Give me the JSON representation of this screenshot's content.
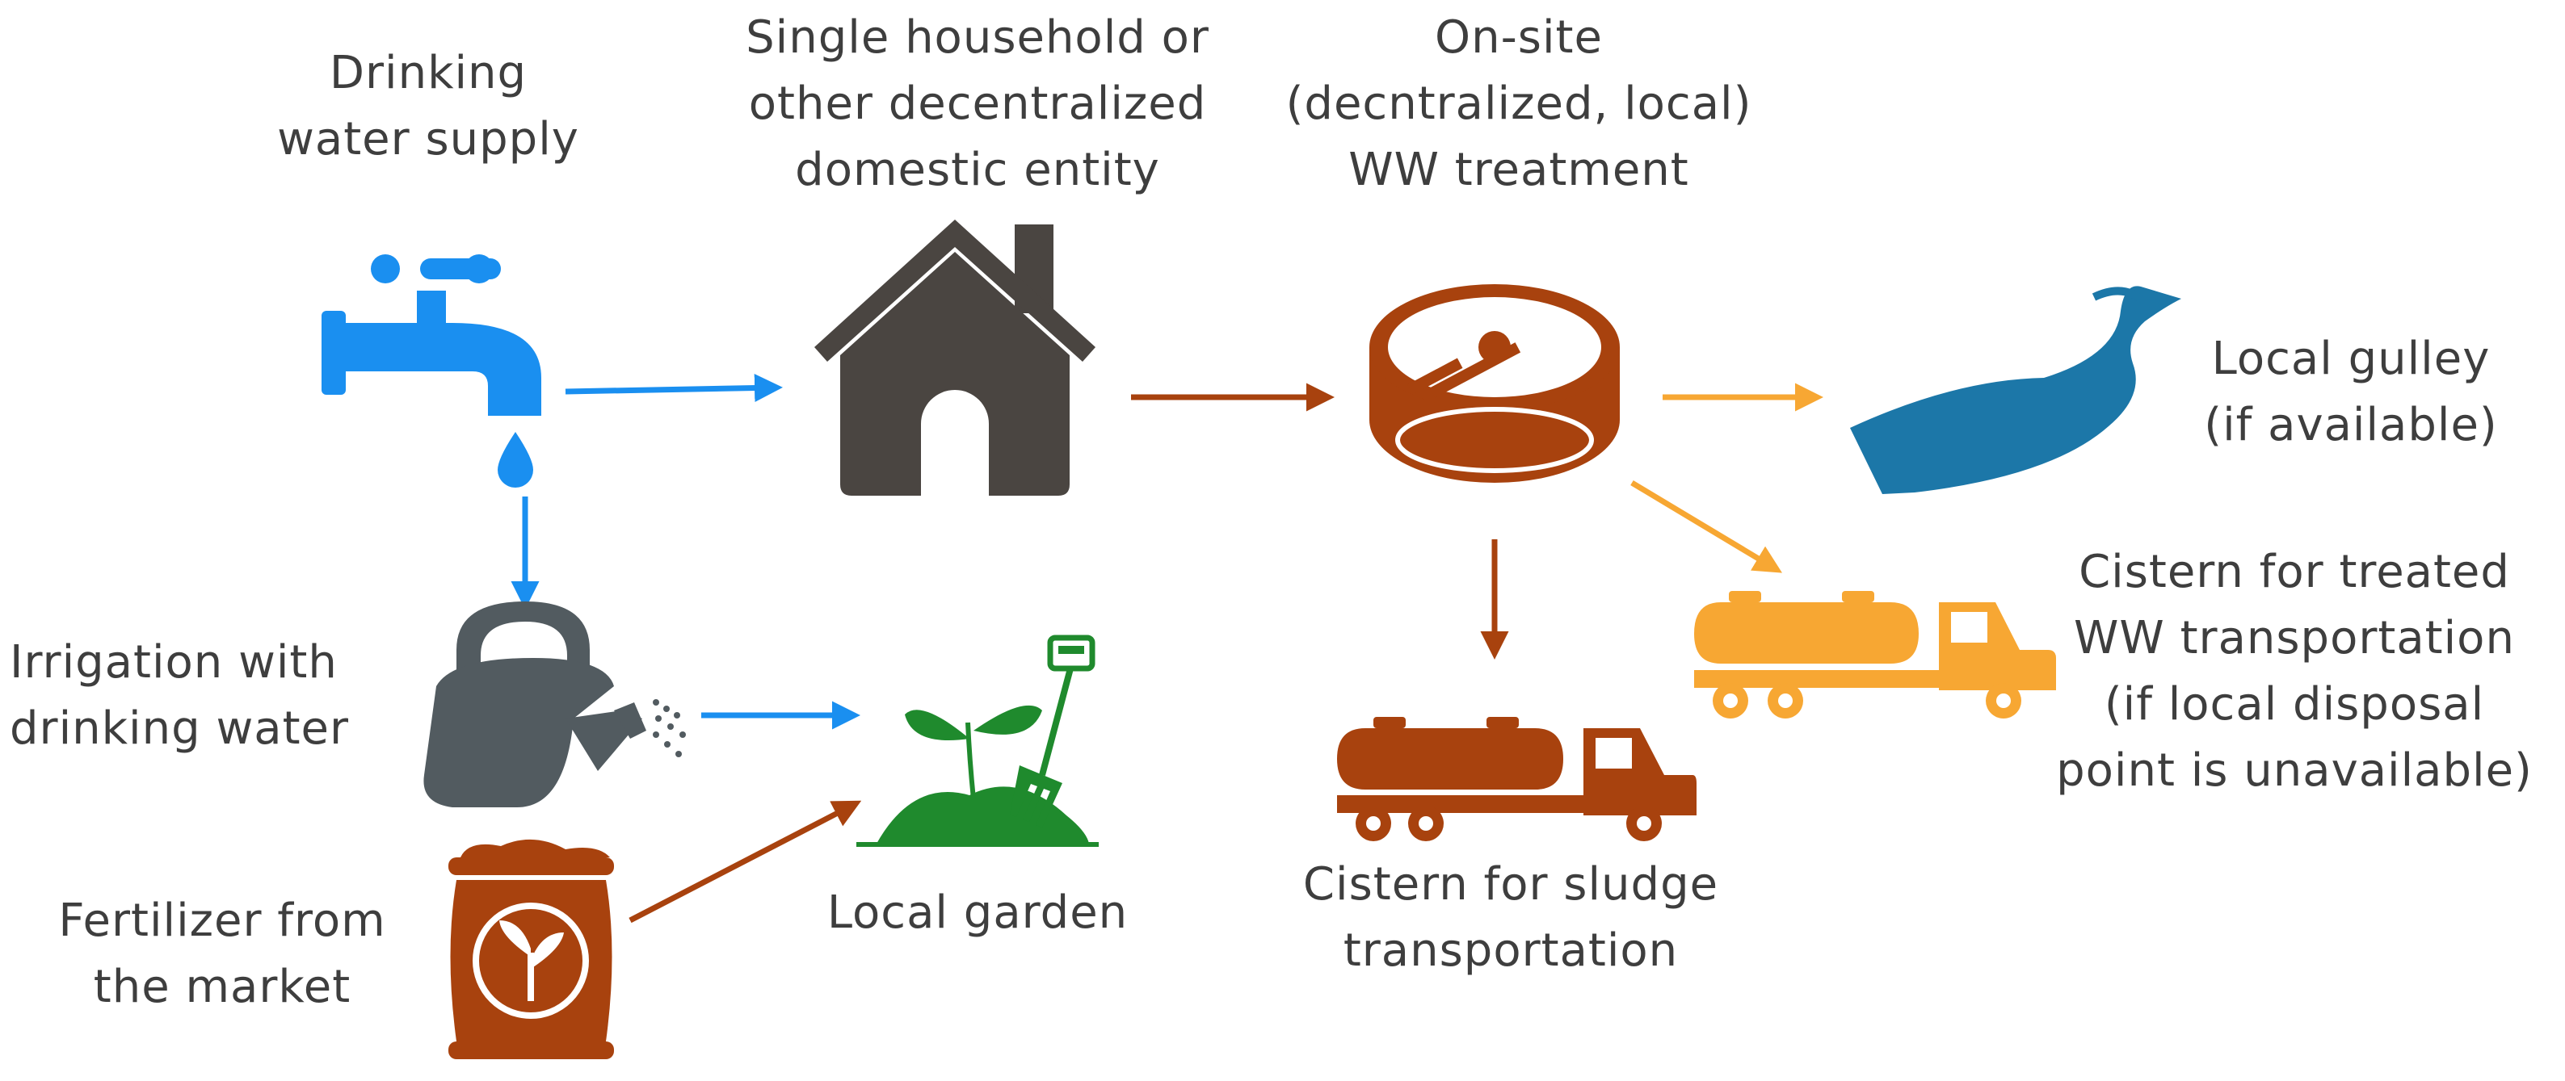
{
  "nodes": {
    "tap": {
      "lines": [
        "Drinking",
        "water supply"
      ]
    },
    "house": {
      "lines": [
        "Single household or",
        "other decentralized",
        "domestic entity"
      ]
    },
    "treatment": {
      "lines": [
        "On-site",
        "(decntralized, local)",
        "WW treatment"
      ]
    },
    "gulley": {
      "lines": [
        "Local gulley",
        "(if available)"
      ]
    },
    "irrigation": {
      "lines": [
        "Irrigation with",
        "drinking water"
      ]
    },
    "garden": {
      "lines": [
        "Local garden"
      ]
    },
    "fertilizer": {
      "lines": [
        "Fertilizer from",
        "the market"
      ]
    },
    "sludge": {
      "lines": [
        "Cistern for sludge",
        "transportation"
      ]
    },
    "treated": {
      "lines": [
        "Cistern for treated",
        "WW transportation",
        "(if local disposal",
        "point is unavailable)"
      ]
    }
  },
  "colors": {
    "water_blue": "#1a8ff0",
    "house_gray": "#4a4541",
    "sewage_brown": "#a8420e",
    "treated_orange": "#f7a733",
    "river_blue": "#1c77a8",
    "can_gray": "#525b60",
    "garden_green": "#1f8a2d",
    "text_gray": "#3e3e3e"
  },
  "icons": [
    "faucet-icon",
    "house-icon",
    "treatment-tank-icon",
    "river-icon",
    "watering-can-icon",
    "garden-icon",
    "fertilizer-bag-icon",
    "sludge-truck-icon",
    "treated-truck-icon"
  ]
}
